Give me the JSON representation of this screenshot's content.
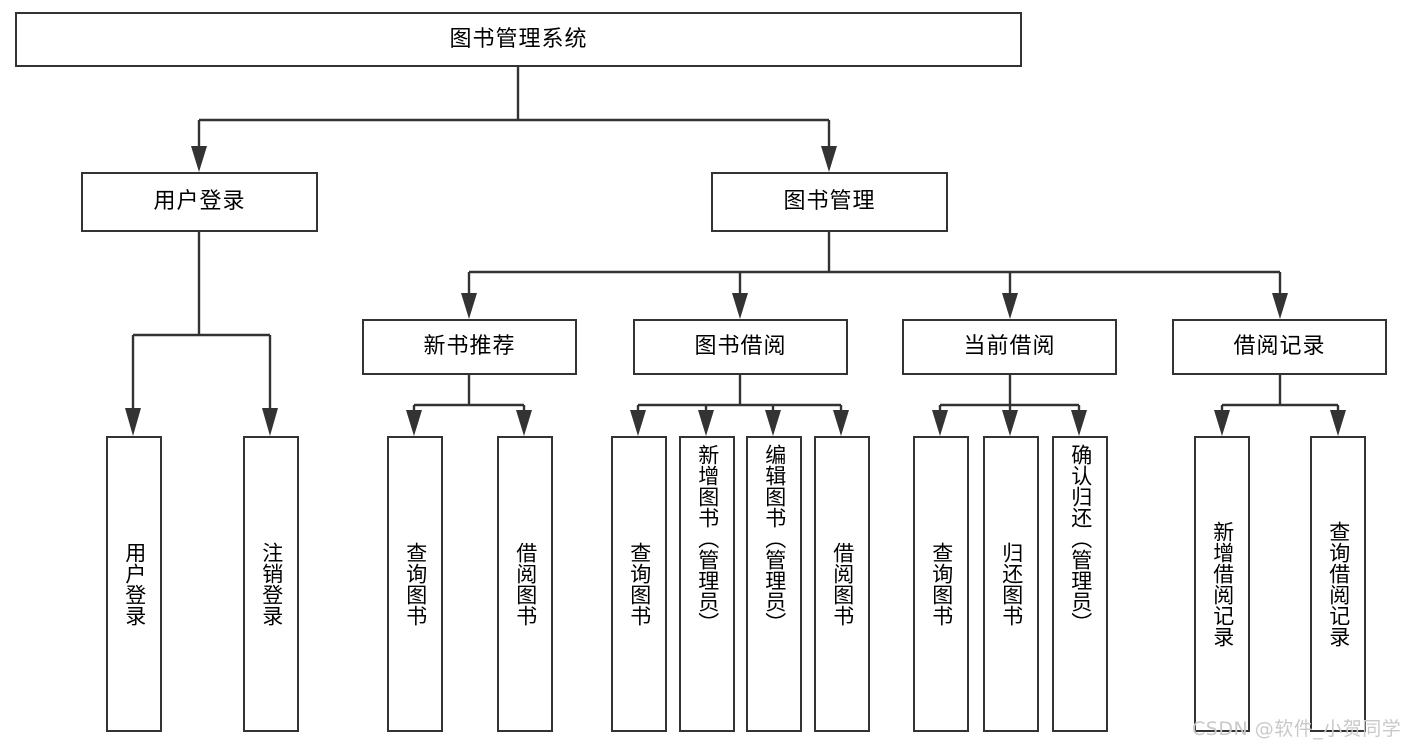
{
  "diagram": {
    "type": "tree",
    "title": "图书管理系统",
    "watermark": "CSDN @软件_小贺同学",
    "colors": {
      "stroke": "#333333",
      "background": "#ffffff",
      "text": "#000000",
      "watermark": "#c9c9c9"
    },
    "root": {
      "label": "图书管理系统"
    },
    "level1": [
      {
        "label": "用户登录"
      },
      {
        "label": "图书管理"
      }
    ],
    "level2": [
      {
        "label": "新书推荐"
      },
      {
        "label": "图书借阅"
      },
      {
        "label": "当前借阅"
      },
      {
        "label": "借阅记录"
      }
    ],
    "leaves": {
      "user_login": [
        {
          "label": "用户登录"
        },
        {
          "label": "注销登录"
        }
      ],
      "new_book_recommend": [
        {
          "label": "查询图书"
        },
        {
          "label": "借阅图书"
        }
      ],
      "book_borrow": [
        {
          "label": "查询图书"
        },
        {
          "label": "新增图书（管理员）"
        },
        {
          "label": "编辑图书（管理员）"
        },
        {
          "label": "借阅图书"
        }
      ],
      "current_borrow": [
        {
          "label": "查询图书"
        },
        {
          "label": "归还图书"
        },
        {
          "label": "确认归还（管理员）"
        }
      ],
      "borrow_record": [
        {
          "label": "新增借阅记录"
        },
        {
          "label": "查询借阅记录"
        }
      ]
    }
  }
}
